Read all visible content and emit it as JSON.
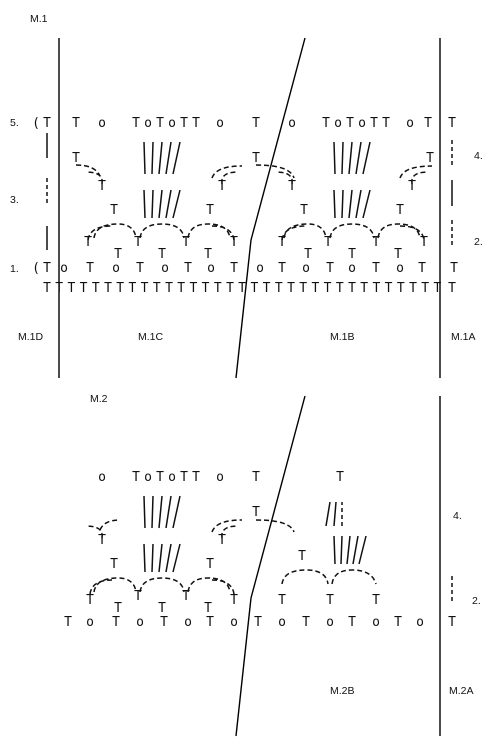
{
  "diagrams": [
    {
      "title": "M.1",
      "section_labels": [
        "M.1D",
        "M.1C",
        "M.1B",
        "M.1A"
      ],
      "row_labels_left": [
        "5.",
        "3.",
        "1."
      ],
      "row_labels_right": [
        "4.",
        "2."
      ]
    },
    {
      "title": "M.2",
      "section_labels": [
        "M.2B",
        "M.2A"
      ],
      "row_labels_right": [
        "4.",
        "2."
      ]
    }
  ],
  "symbols": {
    "treble": "T",
    "chain": "o",
    "bracket": "("
  }
}
